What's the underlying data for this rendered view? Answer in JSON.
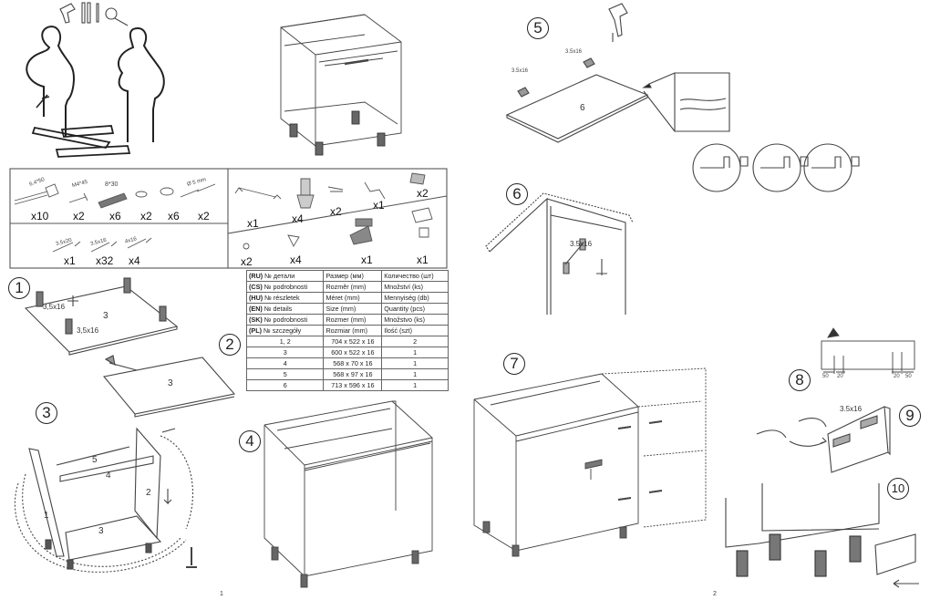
{
  "document": {
    "type": "furniture assembly instructions",
    "pages": [
      "1",
      "2"
    ]
  },
  "hardware": {
    "row1": [
      {
        "name": "screw-6.4x50",
        "size_label": "6.4*50",
        "qty": "x10"
      },
      {
        "name": "screw-m4x45",
        "size_label": "M4*45",
        "qty": "x2"
      },
      {
        "name": "dowel-8x30",
        "size_label": "8*30",
        "qty": "x6"
      },
      {
        "name": "washer",
        "size_label": "",
        "qty": "x2"
      },
      {
        "name": "cap",
        "size_label": "",
        "qty": "x6"
      },
      {
        "name": "connector-5mm",
        "size_label": "Ø 5 mm",
        "qty": "x2"
      }
    ],
    "row2": [
      {
        "name": "screw-3.5x20",
        "size_label": "3.5x20",
        "qty": "x1"
      },
      {
        "name": "screw-3.5x16",
        "size_label": "3.5x16",
        "qty": "x32"
      },
      {
        "name": "screw-4x16",
        "size_label": "4x16",
        "qty": "x4"
      }
    ],
    "right_top": [
      {
        "name": "handle",
        "qty": "x1"
      },
      {
        "name": "adjustable-leg",
        "qty": "x4"
      },
      {
        "name": "clip",
        "qty": "x2"
      },
      {
        "name": "hex-key",
        "qty": "x1"
      },
      {
        "name": "hanging-plate",
        "qty": "x2"
      }
    ],
    "right_bottom": [
      {
        "name": "bumper",
        "qty": "x2"
      },
      {
        "name": "corner-bracket",
        "qty": "x4"
      },
      {
        "name": "hinge",
        "qty": "x1"
      },
      {
        "name": "hinge-plate",
        "qty": "x1"
      }
    ]
  },
  "parts_table": {
    "header_rows": [
      {
        "lang": "(RU)",
        "detail": "№ детали",
        "size": "Размер  (мм)",
        "qty": "Количество (шт)"
      },
      {
        "lang": "(CS)",
        "detail": "№ podrobnosti",
        "size": "Rozměr (mm)",
        "qty": "Množství (ks)"
      },
      {
        "lang": "(HU)",
        "detail": "№ részletek",
        "size": "Méret (mm)",
        "qty": "Mennyiség (db)"
      },
      {
        "lang": "(EN)",
        "detail": "№ details",
        "size": "Size (mm)",
        "qty": "Quantity  (pcs)"
      },
      {
        "lang": "(SK)",
        "detail": "№ podrobnosti",
        "size": "Rozmer (mm)",
        "qty": "Množstvo (ks)"
      },
      {
        "lang": "(PL)",
        "detail": "№ szczegóły",
        "size": "Rozmiar (mm)",
        "qty": "Ilość (szt)"
      }
    ],
    "rows": [
      {
        "detail": "1, 2",
        "size": "704 x 522 x 16",
        "qty": "2"
      },
      {
        "detail": "3",
        "size": "600 x 522 x 16",
        "qty": "1"
      },
      {
        "detail": "4",
        "size": "568 x 70 x 16",
        "qty": "1"
      },
      {
        "detail": "5",
        "size": "568 x 97 x 16",
        "qty": "1"
      },
      {
        "detail": "6",
        "size": "713 x 596 x 16",
        "qty": "1"
      }
    ]
  },
  "steps": {
    "s1": {
      "number": "1",
      "panel": "3",
      "screw_a": "3,5x16",
      "screw_b": "3,5x16"
    },
    "s2": {
      "number": "2",
      "panel": "3"
    },
    "s3": {
      "number": "3",
      "panels": [
        "1",
        "2",
        "3",
        "4",
        "5"
      ]
    },
    "s4": {
      "number": "4"
    },
    "s5": {
      "number": "5",
      "panel": "6",
      "screw_a": "3.5x16",
      "screw_b": "3.5x16"
    },
    "s6": {
      "number": "6",
      "screw": "3.5x16"
    },
    "s7": {
      "number": "7"
    },
    "s8": {
      "number": "8",
      "dims": [
        "50",
        "20",
        "20",
        "50"
      ]
    },
    "s9": {
      "number": "9",
      "screw": "3.5x16"
    },
    "s10": {
      "number": "10"
    }
  }
}
